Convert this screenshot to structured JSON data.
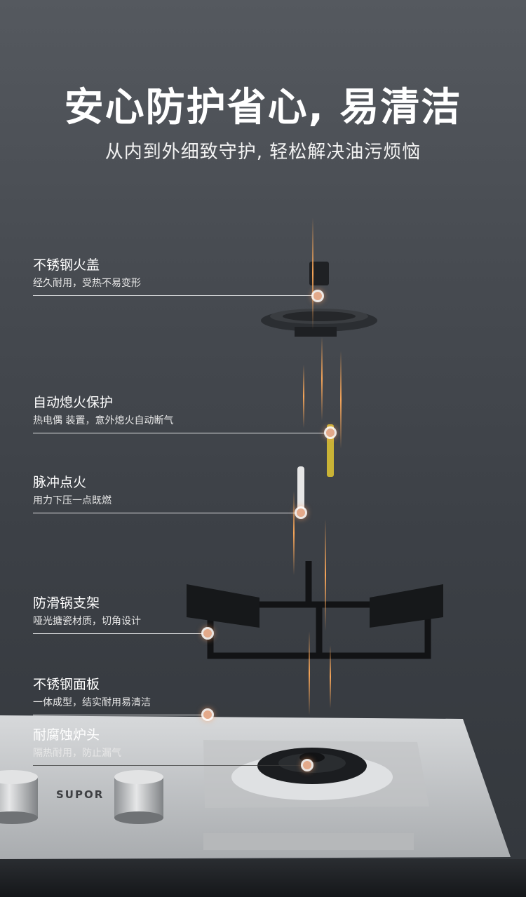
{
  "headline": {
    "title": "安心防护省心, 易清洁",
    "subtitle": "从内到外细致守护, 轻松解决油污烦恼"
  },
  "callouts": [
    {
      "name": "不锈钢火盖",
      "desc": "经久耐用，受热不易变形"
    },
    {
      "name": "自动熄火保护",
      "desc": "热电偶 装置，意外熄火自动断气"
    },
    {
      "name": "脉冲点火",
      "desc": "用力下压一点既燃"
    },
    {
      "name": "防滑锅支架",
      "desc": "哑光搪瓷材质，切角设计"
    },
    {
      "name": "不锈钢面板",
      "desc": "一体成型，结实耐用易清洁"
    },
    {
      "name": "耐腐蚀炉头",
      "desc": "隔热耐用，防止漏气"
    }
  ],
  "brand": {
    "logo_text": "SUPOR"
  },
  "colors": {
    "accent_dot": "#e3a98a",
    "spark": "#ffaa5a",
    "background": "#474b51",
    "steel": "#c9cbcd"
  }
}
